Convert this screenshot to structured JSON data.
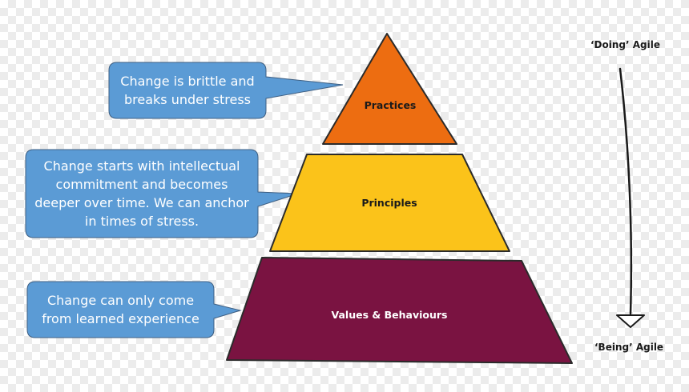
{
  "pyramid": {
    "tiers": [
      {
        "label": "Practices",
        "color": "#ed6d11"
      },
      {
        "label": "Principles",
        "color": "#fbc31a"
      },
      {
        "label": "Values & Behaviours",
        "color": "#7a1341"
      }
    ]
  },
  "callouts": [
    {
      "text": "Change is brittle and breaks under stress"
    },
    {
      "text": "Change starts with intellectual commitment and becomes deeper over time. We can anchor in times of stress."
    },
    {
      "text": "Change can only come from learned experience"
    }
  ],
  "axis": {
    "top_label": "‘Doing’ Agile",
    "bottom_label": "‘Being’ Agile"
  },
  "colors": {
    "callout_fill": "#5b9bd5",
    "outline": "#2b2b2b"
  }
}
